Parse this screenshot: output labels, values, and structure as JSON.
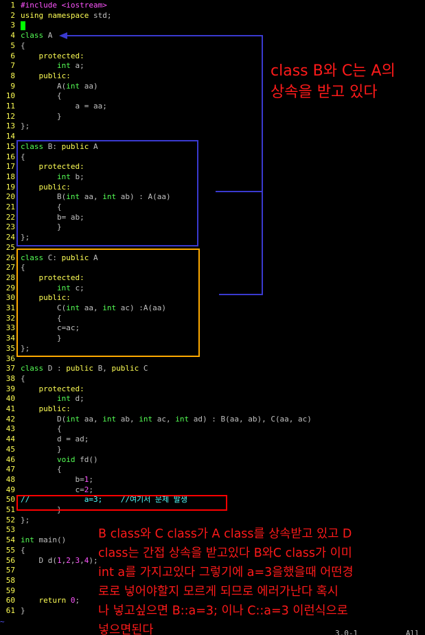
{
  "editor": {
    "lines": [
      {
        "n": "1",
        "tokens": [
          {
            "t": "#include <iostream>",
            "c": "pre"
          }
        ]
      },
      {
        "n": "2",
        "tokens": [
          {
            "t": "using namespace",
            "c": "kw"
          },
          {
            "t": " std;",
            "c": "plain"
          }
        ]
      },
      {
        "n": "3",
        "tokens": [],
        "cursor": true
      },
      {
        "n": "4",
        "tokens": [
          {
            "t": "class",
            "c": "type"
          },
          {
            "t": " A",
            "c": "plain"
          }
        ]
      },
      {
        "n": "5",
        "tokens": [
          {
            "t": "{",
            "c": "plain"
          }
        ]
      },
      {
        "n": "6",
        "tokens": [
          {
            "t": "    protected:",
            "c": "kw"
          }
        ]
      },
      {
        "n": "7",
        "tokens": [
          {
            "t": "        ",
            "c": "plain"
          },
          {
            "t": "int",
            "c": "type"
          },
          {
            "t": " a;",
            "c": "plain"
          }
        ]
      },
      {
        "n": "8",
        "tokens": [
          {
            "t": "    public:",
            "c": "kw"
          }
        ]
      },
      {
        "n": "9",
        "tokens": [
          {
            "t": "        A(",
            "c": "plain"
          },
          {
            "t": "int",
            "c": "type"
          },
          {
            "t": " aa)",
            "c": "plain"
          }
        ]
      },
      {
        "n": "10",
        "tokens": [
          {
            "t": "        {",
            "c": "plain"
          }
        ]
      },
      {
        "n": "11",
        "tokens": [
          {
            "t": "            a = aa;",
            "c": "plain"
          }
        ]
      },
      {
        "n": "12",
        "tokens": [
          {
            "t": "        }",
            "c": "plain"
          }
        ]
      },
      {
        "n": "13",
        "tokens": [
          {
            "t": "};",
            "c": "plain"
          }
        ]
      },
      {
        "n": "14",
        "tokens": []
      },
      {
        "n": "15",
        "tokens": [
          {
            "t": "class",
            "c": "type"
          },
          {
            "t": " B: ",
            "c": "plain"
          },
          {
            "t": "public",
            "c": "kw"
          },
          {
            "t": " A",
            "c": "plain"
          }
        ]
      },
      {
        "n": "16",
        "tokens": [
          {
            "t": "{",
            "c": "plain"
          }
        ]
      },
      {
        "n": "17",
        "tokens": [
          {
            "t": "    protected:",
            "c": "kw"
          }
        ]
      },
      {
        "n": "18",
        "tokens": [
          {
            "t": "        ",
            "c": "plain"
          },
          {
            "t": "int",
            "c": "type"
          },
          {
            "t": " b;",
            "c": "plain"
          }
        ]
      },
      {
        "n": "19",
        "tokens": [
          {
            "t": "    public:",
            "c": "kw"
          }
        ]
      },
      {
        "n": "20",
        "tokens": [
          {
            "t": "        B(",
            "c": "plain"
          },
          {
            "t": "int",
            "c": "type"
          },
          {
            "t": " aa, ",
            "c": "plain"
          },
          {
            "t": "int",
            "c": "type"
          },
          {
            "t": " ab) : A(aa)",
            "c": "plain"
          }
        ]
      },
      {
        "n": "21",
        "tokens": [
          {
            "t": "        {",
            "c": "plain"
          }
        ]
      },
      {
        "n": "22",
        "tokens": [
          {
            "t": "        b= ab;",
            "c": "plain"
          }
        ]
      },
      {
        "n": "23",
        "tokens": [
          {
            "t": "        }",
            "c": "plain"
          }
        ]
      },
      {
        "n": "24",
        "tokens": [
          {
            "t": "};",
            "c": "plain"
          }
        ]
      },
      {
        "n": "25",
        "tokens": []
      },
      {
        "n": "26",
        "tokens": [
          {
            "t": "class",
            "c": "type"
          },
          {
            "t": " C: ",
            "c": "plain"
          },
          {
            "t": "public",
            "c": "kw"
          },
          {
            "t": " A",
            "c": "plain"
          }
        ]
      },
      {
        "n": "27",
        "tokens": [
          {
            "t": "{",
            "c": "plain"
          }
        ]
      },
      {
        "n": "28",
        "tokens": [
          {
            "t": "    protected:",
            "c": "kw"
          }
        ]
      },
      {
        "n": "29",
        "tokens": [
          {
            "t": "        ",
            "c": "plain"
          },
          {
            "t": "int",
            "c": "type"
          },
          {
            "t": " c;",
            "c": "plain"
          }
        ]
      },
      {
        "n": "30",
        "tokens": [
          {
            "t": "    public:",
            "c": "kw"
          }
        ]
      },
      {
        "n": "31",
        "tokens": [
          {
            "t": "        C(",
            "c": "plain"
          },
          {
            "t": "int",
            "c": "type"
          },
          {
            "t": " aa, ",
            "c": "plain"
          },
          {
            "t": "int",
            "c": "type"
          },
          {
            "t": " ac) :A(aa)",
            "c": "plain"
          }
        ]
      },
      {
        "n": "32",
        "tokens": [
          {
            "t": "        {",
            "c": "plain"
          }
        ]
      },
      {
        "n": "33",
        "tokens": [
          {
            "t": "        c=ac;",
            "c": "plain"
          }
        ]
      },
      {
        "n": "34",
        "tokens": [
          {
            "t": "        }",
            "c": "plain"
          }
        ]
      },
      {
        "n": "35",
        "tokens": [
          {
            "t": "};",
            "c": "plain"
          }
        ]
      },
      {
        "n": "36",
        "tokens": []
      },
      {
        "n": "37",
        "tokens": [
          {
            "t": "class",
            "c": "type"
          },
          {
            "t": " D : ",
            "c": "plain"
          },
          {
            "t": "public",
            "c": "kw"
          },
          {
            "t": " B, ",
            "c": "plain"
          },
          {
            "t": "public",
            "c": "kw"
          },
          {
            "t": " C",
            "c": "plain"
          }
        ]
      },
      {
        "n": "38",
        "tokens": [
          {
            "t": "{",
            "c": "plain"
          }
        ]
      },
      {
        "n": "39",
        "tokens": [
          {
            "t": "    protected:",
            "c": "kw"
          }
        ]
      },
      {
        "n": "40",
        "tokens": [
          {
            "t": "        ",
            "c": "plain"
          },
          {
            "t": "int",
            "c": "type"
          },
          {
            "t": " d;",
            "c": "plain"
          }
        ]
      },
      {
        "n": "41",
        "tokens": [
          {
            "t": "    public:",
            "c": "kw"
          }
        ]
      },
      {
        "n": "42",
        "tokens": [
          {
            "t": "        D(",
            "c": "plain"
          },
          {
            "t": "int",
            "c": "type"
          },
          {
            "t": " aa, ",
            "c": "plain"
          },
          {
            "t": "int",
            "c": "type"
          },
          {
            "t": " ab, ",
            "c": "plain"
          },
          {
            "t": "int",
            "c": "type"
          },
          {
            "t": " ac, ",
            "c": "plain"
          },
          {
            "t": "int",
            "c": "type"
          },
          {
            "t": " ad) : B(aa, ab), C(aa, ac)",
            "c": "plain"
          }
        ]
      },
      {
        "n": "43",
        "tokens": [
          {
            "t": "        {",
            "c": "plain"
          }
        ]
      },
      {
        "n": "44",
        "tokens": [
          {
            "t": "        d = ad;",
            "c": "plain"
          }
        ]
      },
      {
        "n": "45",
        "tokens": [
          {
            "t": "        }",
            "c": "plain"
          }
        ]
      },
      {
        "n": "46",
        "tokens": [
          {
            "t": "        ",
            "c": "plain"
          },
          {
            "t": "void",
            "c": "type"
          },
          {
            "t": " fd()",
            "c": "plain"
          }
        ]
      },
      {
        "n": "47",
        "tokens": [
          {
            "t": "        {",
            "c": "plain"
          }
        ]
      },
      {
        "n": "48",
        "tokens": [
          {
            "t": "            b=",
            "c": "plain"
          },
          {
            "t": "1",
            "c": "num"
          },
          {
            "t": ";",
            "c": "plain"
          }
        ]
      },
      {
        "n": "49",
        "tokens": [
          {
            "t": "            c=",
            "c": "plain"
          },
          {
            "t": "2",
            "c": "num"
          },
          {
            "t": ";",
            "c": "plain"
          }
        ]
      },
      {
        "n": "50",
        "tokens": [
          {
            "t": "//            a=3;    //여기서 문제 발생",
            "c": "cmt"
          }
        ]
      },
      {
        "n": "51",
        "tokens": [
          {
            "t": "        }",
            "c": "plain"
          }
        ]
      },
      {
        "n": "52",
        "tokens": [
          {
            "t": "};",
            "c": "plain"
          }
        ]
      },
      {
        "n": "53",
        "tokens": []
      },
      {
        "n": "54",
        "tokens": [
          {
            "t": "int",
            "c": "type"
          },
          {
            "t": " main()",
            "c": "plain"
          }
        ]
      },
      {
        "n": "55",
        "tokens": [
          {
            "t": "{",
            "c": "plain"
          }
        ]
      },
      {
        "n": "56",
        "tokens": [
          {
            "t": "    D d(",
            "c": "plain"
          },
          {
            "t": "1",
            "c": "num"
          },
          {
            "t": ",",
            "c": "plain"
          },
          {
            "t": "2",
            "c": "num"
          },
          {
            "t": ",",
            "c": "plain"
          },
          {
            "t": "3",
            "c": "num"
          },
          {
            "t": ",",
            "c": "plain"
          },
          {
            "t": "4",
            "c": "num"
          },
          {
            "t": ");",
            "c": "plain"
          }
        ]
      },
      {
        "n": "57",
        "tokens": []
      },
      {
        "n": "58",
        "tokens": []
      },
      {
        "n": "59",
        "tokens": []
      },
      {
        "n": "60",
        "tokens": [
          {
            "t": "    ",
            "c": "plain"
          },
          {
            "t": "return",
            "c": "kw"
          },
          {
            "t": " ",
            "c": "plain"
          },
          {
            "t": "0",
            "c": "num"
          },
          {
            "t": ";",
            "c": "plain"
          }
        ]
      },
      {
        "n": "61",
        "tokens": [
          {
            "t": "}",
            "c": "plain"
          }
        ]
      }
    ],
    "tilde": "~"
  },
  "status_bar": {
    "position": "3,0-1",
    "scroll": "All"
  },
  "annotations": {
    "note_top": "class B와 C는 A의\n상속을 받고 있다",
    "note_bottom": "B class와 C class가 A class를 상속받고 있고 D\nclass는 간접 상속을 받고있다 B와C class가 이미\nint a를 가지고있다 그렇기에 a=3을했을때 어떤경\n로로 넣어야할지 모르게 되므로 에러가난다 혹시\n나 넣고싶으면 B::a=3; 이나 C::a=3 이런식으로\n넣으면된다",
    "colors": {
      "blue_box": "#3a3ad0",
      "orange_box": "#ffaa00",
      "red_box": "#ff0000",
      "note_text": "#ff1a1a"
    }
  }
}
